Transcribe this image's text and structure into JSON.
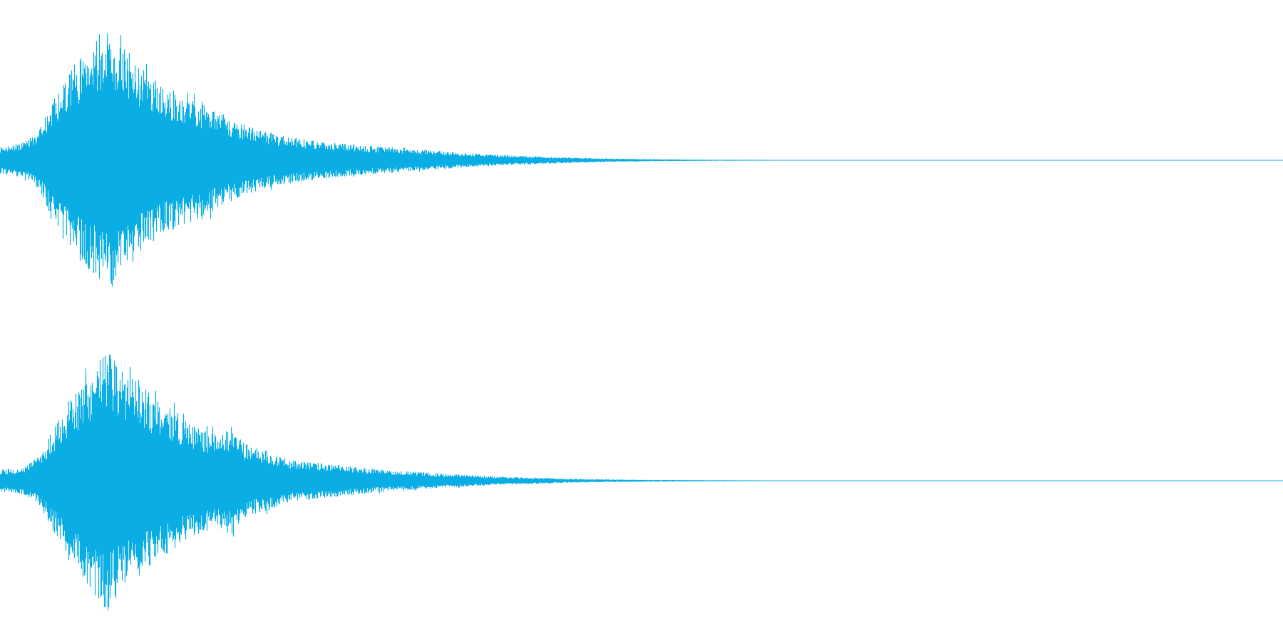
{
  "waveform": {
    "color": "#0aaee4",
    "background": "#ffffff",
    "channels": [
      {
        "name": "",
        "envelope": [
          [
            0,
            0.1
          ],
          [
            0.01,
            0.11
          ],
          [
            0.02,
            0.14
          ],
          [
            0.03,
            0.22
          ],
          [
            0.04,
            0.42
          ],
          [
            0.05,
            0.6
          ],
          [
            0.06,
            0.74
          ],
          [
            0.07,
            0.84
          ],
          [
            0.08,
            0.93
          ],
          [
            0.085,
            0.98
          ],
          [
            0.09,
            0.9
          ],
          [
            0.1,
            0.8
          ],
          [
            0.11,
            0.68
          ],
          [
            0.12,
            0.6
          ],
          [
            0.13,
            0.54
          ],
          [
            0.14,
            0.49
          ],
          [
            0.15,
            0.45
          ],
          [
            0.16,
            0.41
          ],
          [
            0.17,
            0.36
          ],
          [
            0.18,
            0.31
          ],
          [
            0.19,
            0.27
          ],
          [
            0.2,
            0.23
          ],
          [
            0.22,
            0.18
          ],
          [
            0.24,
            0.15
          ],
          [
            0.26,
            0.13
          ],
          [
            0.28,
            0.11
          ],
          [
            0.3,
            0.1
          ],
          [
            0.32,
            0.08
          ],
          [
            0.34,
            0.07
          ],
          [
            0.36,
            0.055
          ],
          [
            0.38,
            0.045
          ],
          [
            0.4,
            0.035
          ],
          [
            0.42,
            0.028
          ],
          [
            0.44,
            0.022
          ],
          [
            0.46,
            0.016
          ],
          [
            0.48,
            0.012
          ],
          [
            0.5,
            0.009
          ],
          [
            0.53,
            0.006
          ],
          [
            0.56,
            0.004
          ],
          [
            0.6,
            0.003
          ],
          [
            0.62,
            0.0
          ],
          [
            1.0,
            0.0
          ]
        ]
      },
      {
        "name": "",
        "envelope": [
          [
            0,
            0.08
          ],
          [
            0.01,
            0.09
          ],
          [
            0.02,
            0.11
          ],
          [
            0.03,
            0.18
          ],
          [
            0.04,
            0.36
          ],
          [
            0.05,
            0.52
          ],
          [
            0.06,
            0.66
          ],
          [
            0.07,
            0.8
          ],
          [
            0.08,
            0.94
          ],
          [
            0.085,
            0.98
          ],
          [
            0.09,
            0.86
          ],
          [
            0.1,
            0.78
          ],
          [
            0.11,
            0.7
          ],
          [
            0.12,
            0.62
          ],
          [
            0.13,
            0.56
          ],
          [
            0.14,
            0.48
          ],
          [
            0.15,
            0.42
          ],
          [
            0.16,
            0.38
          ],
          [
            0.17,
            0.34
          ],
          [
            0.18,
            0.4
          ],
          [
            0.19,
            0.28
          ],
          [
            0.2,
            0.24
          ],
          [
            0.21,
            0.22
          ],
          [
            0.22,
            0.17
          ],
          [
            0.24,
            0.14
          ],
          [
            0.26,
            0.12
          ],
          [
            0.28,
            0.1
          ],
          [
            0.3,
            0.08
          ],
          [
            0.32,
            0.07
          ],
          [
            0.34,
            0.055
          ],
          [
            0.36,
            0.045
          ],
          [
            0.38,
            0.035
          ],
          [
            0.4,
            0.028
          ],
          [
            0.42,
            0.022
          ],
          [
            0.44,
            0.016
          ],
          [
            0.46,
            0.012
          ],
          [
            0.48,
            0.009
          ],
          [
            0.52,
            0.006
          ],
          [
            0.56,
            0.004
          ],
          [
            0.59,
            0.003
          ],
          [
            0.6,
            0.0
          ],
          [
            1.0,
            0.0
          ]
        ]
      }
    ]
  }
}
